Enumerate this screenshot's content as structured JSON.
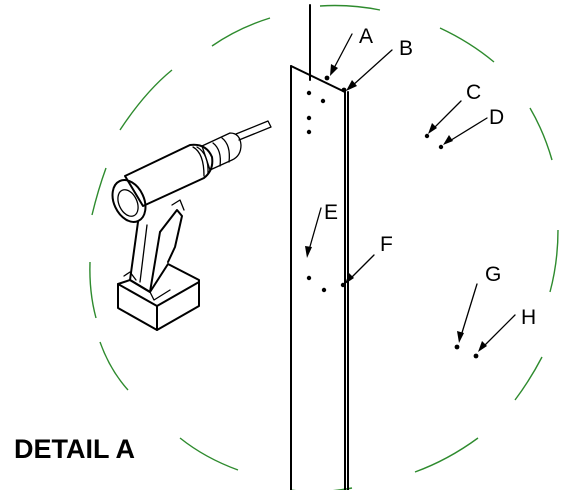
{
  "detail": {
    "title": "DETAIL A",
    "circle_color": "#2e8b2e",
    "callouts": {
      "a": "A",
      "b": "B",
      "c": "C",
      "d": "D",
      "e": "E",
      "f": "F",
      "g": "G",
      "h": "H"
    }
  },
  "tool": {
    "icon": "cordless-drill-icon"
  }
}
